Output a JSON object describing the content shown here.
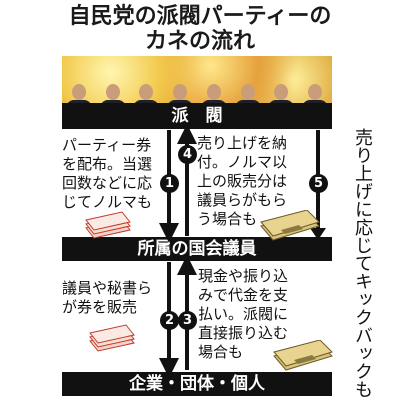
{
  "title": {
    "line1": "自民党の派閥パーティーの",
    "line2": "カネの流れ"
  },
  "nodes": {
    "faction": "派　閥",
    "member": "所属の国会議員",
    "corporate": "企業・団体・個人"
  },
  "steps": [
    {
      "number": "1",
      "text": "パーティー券\nを配布。当選\n回数などに応\nじてノルマも"
    },
    {
      "number": "2",
      "text": "議員や秘書ら\nが券を販売"
    },
    {
      "number": "3",
      "text": "現金や振り込\nみで代金を支\n払い。派閥に\n直接振り込む\n場合も"
    },
    {
      "number": "4",
      "text": "売り上げを納\n付。ノルマ以\n上の販売分は\n議員らがもら\nう場合も"
    },
    {
      "number": "5",
      "text": "売り上げに応じてキックバックも"
    }
  ]
}
